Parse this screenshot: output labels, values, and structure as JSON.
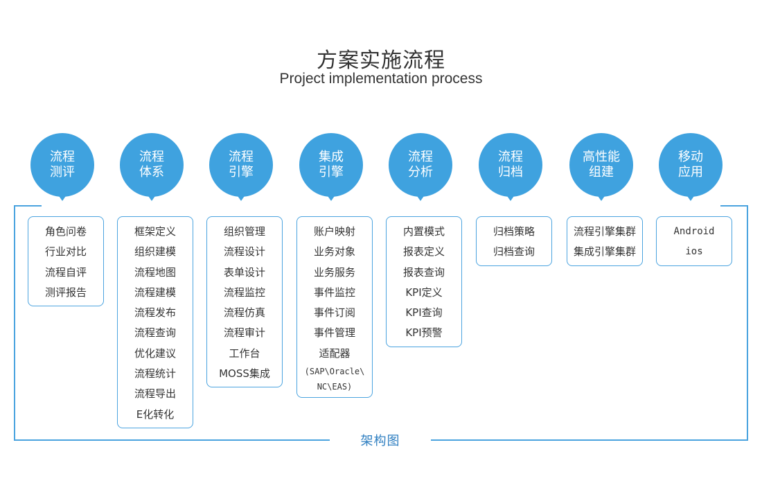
{
  "header": {
    "title": "方案实施流程",
    "subtitle": "Project implementation process"
  },
  "frame_label": "架构图",
  "accent_color": "#3fa2df",
  "columns": [
    {
      "title_line1": "流程",
      "title_line2": "测评",
      "items": [
        "角色问卷",
        "行业对比",
        "流程自评",
        "测评报告"
      ]
    },
    {
      "title_line1": "流程",
      "title_line2": "体系",
      "items": [
        "框架定义",
        "组织建模",
        "流程地图",
        "流程建模",
        "流程发布",
        "流程查询",
        "优化建议",
        "流程统计",
        "流程导出",
        "E化转化"
      ]
    },
    {
      "title_line1": "流程",
      "title_line2": "引擎",
      "items": [
        "组织管理",
        "流程设计",
        "表单设计",
        "流程监控",
        "流程仿真",
        "流程审计",
        "工作台",
        "MOSS集成"
      ]
    },
    {
      "title_line1": "集成",
      "title_line2": "引擎",
      "items": [
        "账户映射",
        "业务对象",
        "业务服务",
        "事件监控",
        "事件订阅",
        "事件管理",
        "适配器"
      ],
      "extra_lines": [
        "(SAP\\Oracle\\",
        "NC\\EAS)"
      ]
    },
    {
      "title_line1": "流程",
      "title_line2": "分析",
      "items": [
        "内置模式",
        "报表定义",
        "报表查询",
        "KPI定义",
        "KPI查询",
        "KPI预警"
      ]
    },
    {
      "title_line1": "流程",
      "title_line2": "归档",
      "items": [
        "归档策略",
        "归档查询"
      ]
    },
    {
      "title_line1": "高性能",
      "title_line2": "组建",
      "items": [
        "流程引擎集群",
        "集成引擎集群"
      ]
    },
    {
      "title_line1": "移动",
      "title_line2": "应用",
      "items": [
        "Android",
        "ios"
      ]
    }
  ]
}
